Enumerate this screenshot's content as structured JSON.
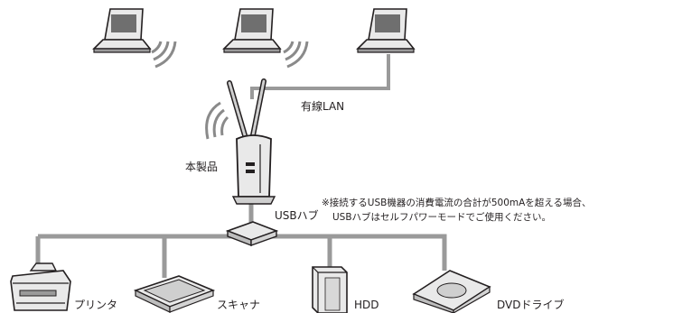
{
  "labels": {
    "wired_lan": "有線LAN",
    "router": "本製品",
    "usb_hub": "USBハブ",
    "printer": "プリンタ",
    "scanner": "スキャナ",
    "hdd": "HDD",
    "dvd": "DVDドライブ"
  },
  "note": {
    "line1": "※接続するUSB機器の消費電流の合計が500mAを超える場合、",
    "line2": "USBハブはセルフパワーモードでご使用ください。"
  },
  "colors": {
    "cable": "#9a9a9a",
    "device_fill": "#e9e9e9",
    "device_stroke": "#231f20",
    "screen": "#6f6f6f",
    "wave": "#8a8a8a"
  },
  "icons": [
    "laptop-icon",
    "wifi-wave-icon",
    "router-icon",
    "usb-hub-icon",
    "printer-icon",
    "scanner-icon",
    "hdd-icon",
    "dvd-drive-icon"
  ]
}
